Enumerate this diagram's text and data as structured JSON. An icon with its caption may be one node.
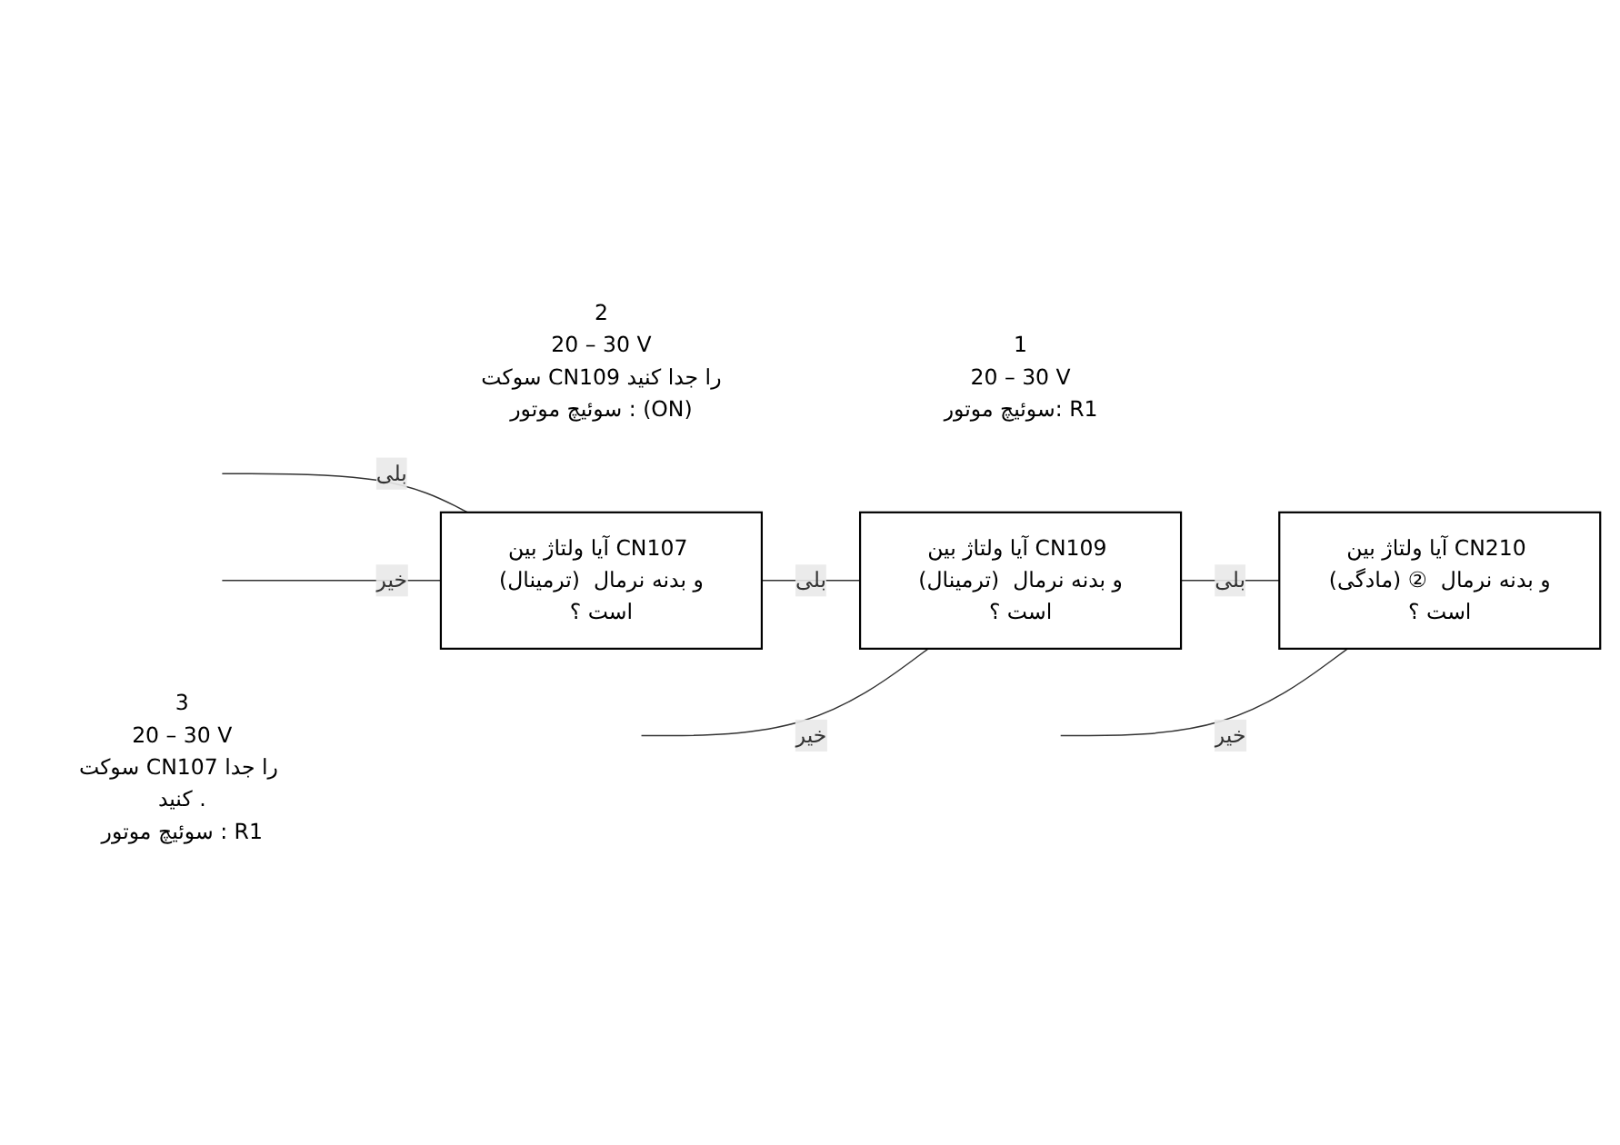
{
  "diagram": {
    "nodes": [
      {
        "text": [
          "آیا ولتاژ بین CN210 (مادگی) ② و بدنه نرمال است ؟"
        ],
        "beside": [
          "1",
          "20 – 30 V",
          "سوئیچ موتور: R1"
        ]
      },
      {
        "text": [
          "آیا ولتاژ بین CN109 (ترمینال) و بدنه نرمال است ؟"
        ],
        "beside": [
          "2",
          "20 – 30 V",
          "سوکت CN109 را جدا کنید",
          "سوئیچ موتور : (ON)"
        ]
      },
      {
        "text": [
          "آیا ولتاژ بین CN107 (ترمینال) و بدنه نرمال است ؟"
        ],
        "beside": [
          "3",
          "20 – 30 V",
          "سوکت CN107 را جدا کنید .",
          "سوئیچ موتور : R1"
        ]
      }
    ],
    "edges": [
      {
        "from": 0,
        "to": 1,
        "arrow": "none",
        "label": "بلی"
      },
      {
        "from": 0,
        "to": null,
        "arrow": "none",
        "label": "خیر"
      },
      {
        "from": 1,
        "to": 2,
        "arrow": "none",
        "label": "بلی"
      },
      {
        "from": 1,
        "to": null,
        "arrow": "none",
        "label": "خیر"
      },
      {
        "from": 2,
        "to": null,
        "arrow": "none",
        "label": "بلی"
      },
      {
        "from": 2,
        "to": null,
        "arrow": "none",
        "label": "خیر"
      }
    ]
  }
}
